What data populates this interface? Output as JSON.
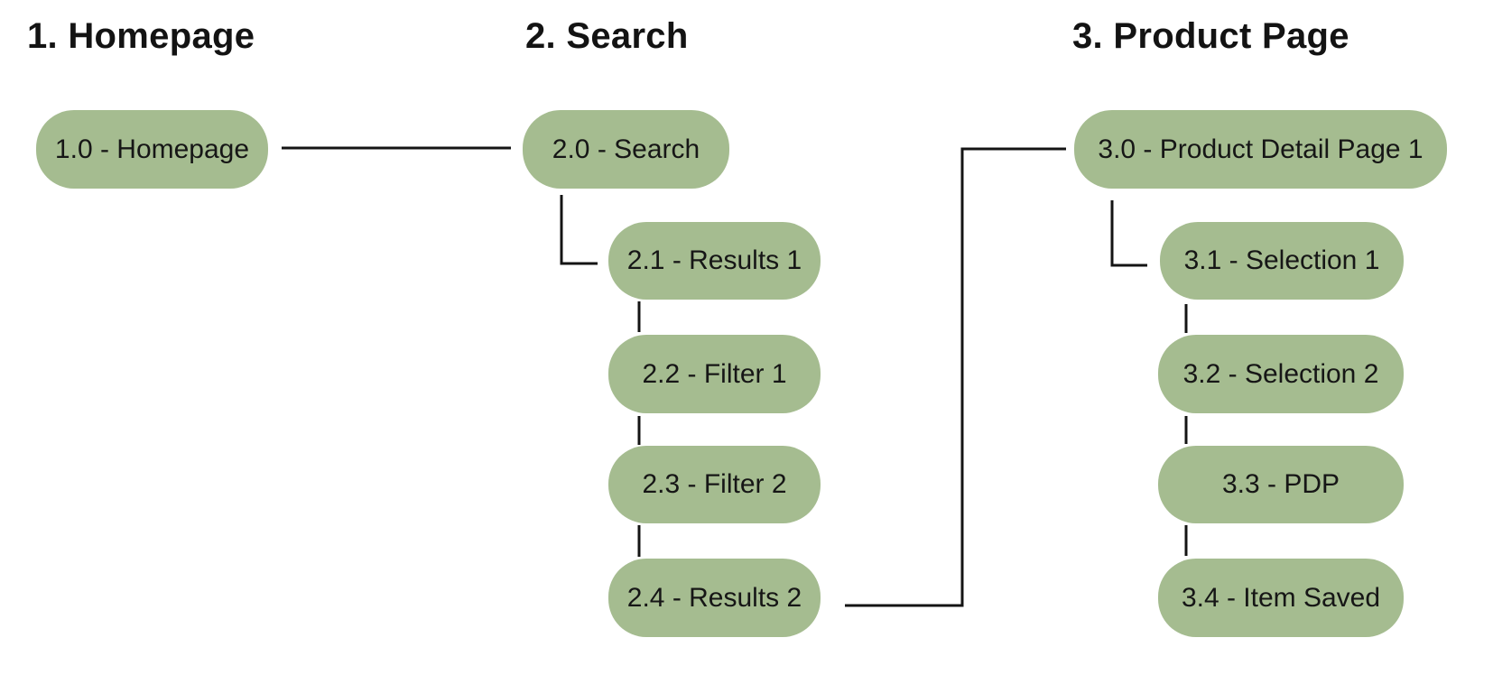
{
  "colors": {
    "background": "#ffffff",
    "node_fill": "#a5bc90",
    "node_text": "#161616",
    "line": "#141414",
    "heading_text": "#131313"
  },
  "sections": [
    {
      "heading": "1. Homepage",
      "nodes": [
        {
          "id": "1.0",
          "label": "1.0 - Homepage"
        }
      ]
    },
    {
      "heading": "2. Search",
      "nodes": [
        {
          "id": "2.0",
          "label": "2.0 - Search"
        },
        {
          "id": "2.1",
          "label": "2.1 - Results 1"
        },
        {
          "id": "2.2",
          "label": "2.2 - Filter 1"
        },
        {
          "id": "2.3",
          "label": "2.3 - Filter 2"
        },
        {
          "id": "2.4",
          "label": "2.4 - Results 2"
        }
      ]
    },
    {
      "heading": "3. Product Page",
      "nodes": [
        {
          "id": "3.0",
          "label": "3.0 - Product Detail Page 1"
        },
        {
          "id": "3.1",
          "label": "3.1 - Selection 1"
        },
        {
          "id": "3.2",
          "label": "3.2 - Selection 2"
        },
        {
          "id": "3.3",
          "label": "3.3 - PDP"
        },
        {
          "id": "3.4",
          "label": "3.4 - Item Saved"
        }
      ]
    }
  ],
  "connections": [
    {
      "from": "1.0",
      "to": "2.0"
    },
    {
      "from": "2.0",
      "to": "2.1"
    },
    {
      "from": "2.1",
      "to": "2.2"
    },
    {
      "from": "2.2",
      "to": "2.3"
    },
    {
      "from": "2.3",
      "to": "2.4"
    },
    {
      "from": "2.4",
      "to": "3.0"
    },
    {
      "from": "3.0",
      "to": "3.1"
    },
    {
      "from": "3.1",
      "to": "3.2"
    },
    {
      "from": "3.2",
      "to": "3.3"
    },
    {
      "from": "3.3",
      "to": "3.4"
    }
  ]
}
